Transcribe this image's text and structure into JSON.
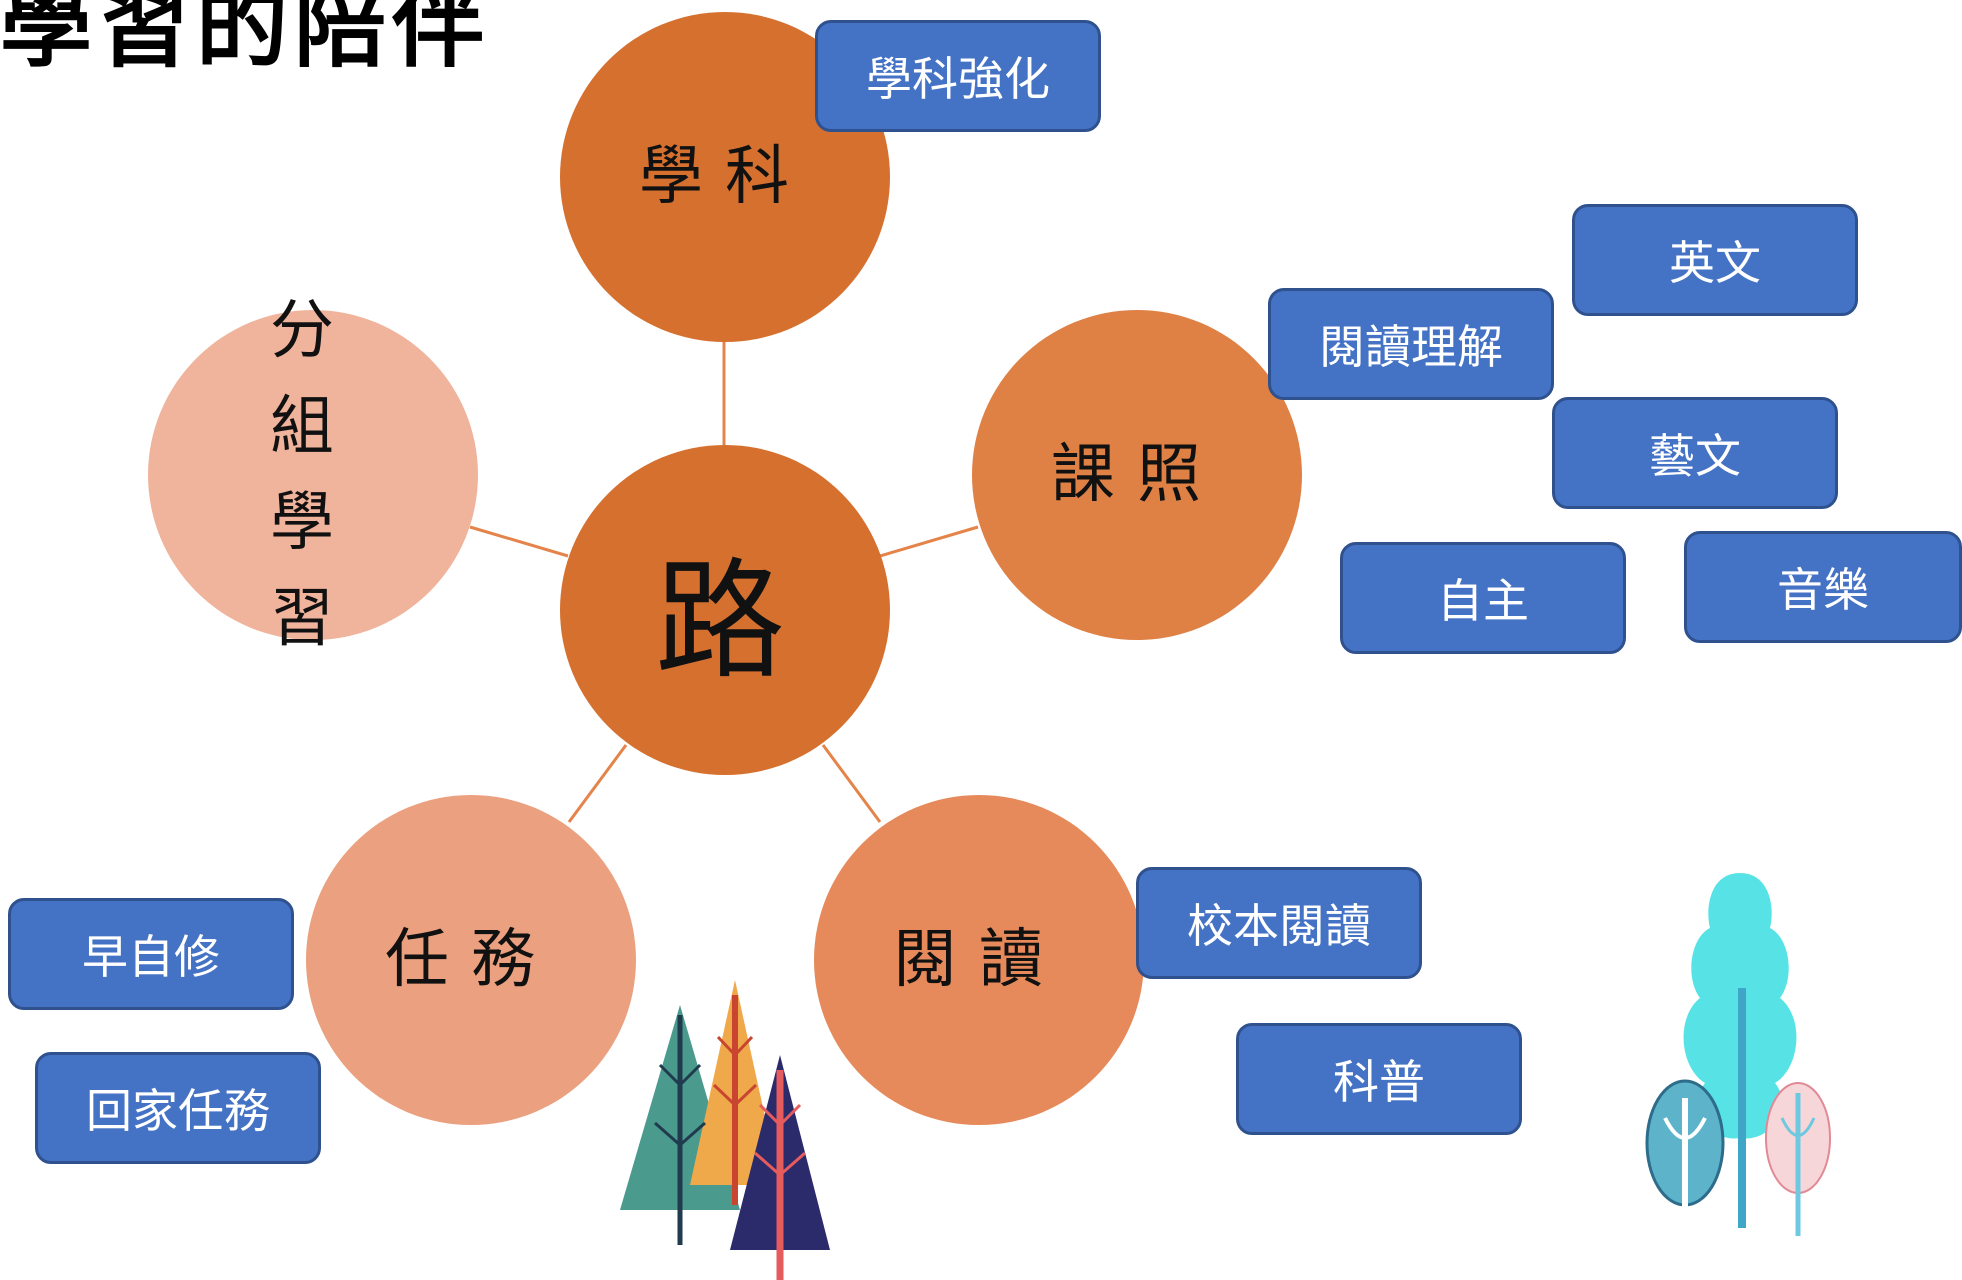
{
  "title": "學習的陪伴",
  "center": {
    "label": "路"
  },
  "nodes": {
    "subject": {
      "label": "學科"
    },
    "certificate": {
      "label": "課照"
    },
    "reading": {
      "label": "閱讀"
    },
    "task": {
      "label": "任務"
    },
    "group": {
      "label": "分組學習"
    }
  },
  "tags": {
    "subject_strengthen": "學科強化",
    "english": "英文",
    "reading_comprehension": "閱讀理解",
    "arts": "藝文",
    "self_directed": "自主",
    "music": "音樂",
    "school_reading": "校本閱讀",
    "science": "科普",
    "morning_study": "早自修",
    "homework": "回家任務"
  },
  "colors": {
    "center": "#D5702F",
    "subject": "#D5702F",
    "certificate": "#DF8045",
    "reading": "#E68A5B",
    "task": "#EBA07F",
    "group": "#F0B39C",
    "tag": "#4472C4",
    "link": "#E4844A"
  }
}
